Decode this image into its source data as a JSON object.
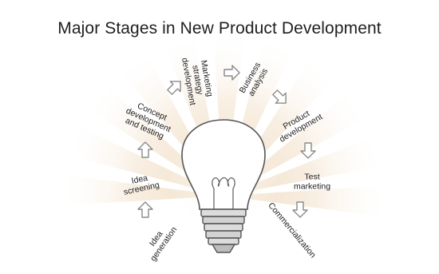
{
  "page": {
    "title": "Major Stages in New Product Development"
  },
  "diagram": {
    "stages": [
      {
        "lines": [
          "Idea",
          "generation"
        ]
      },
      {
        "lines": [
          "Idea",
          "screening"
        ]
      },
      {
        "lines": [
          "Concept",
          "development",
          "and testing"
        ]
      },
      {
        "lines": [
          "Marketing",
          "strategy",
          "development"
        ]
      },
      {
        "lines": [
          "Business",
          "analysis"
        ]
      },
      {
        "lines": [
          "Product",
          "development"
        ]
      },
      {
        "lines": [
          "Test",
          "marketing"
        ]
      },
      {
        "lines": [
          "Commercialization"
        ]
      }
    ],
    "icons": {
      "center": "light-bulb-icon",
      "connector": "arrow-icon"
    },
    "colors": {
      "ray": "#f3e6d4",
      "arrow_stroke": "#8a8a8a",
      "bulb_stroke": "#555555",
      "text": "#222222"
    }
  }
}
